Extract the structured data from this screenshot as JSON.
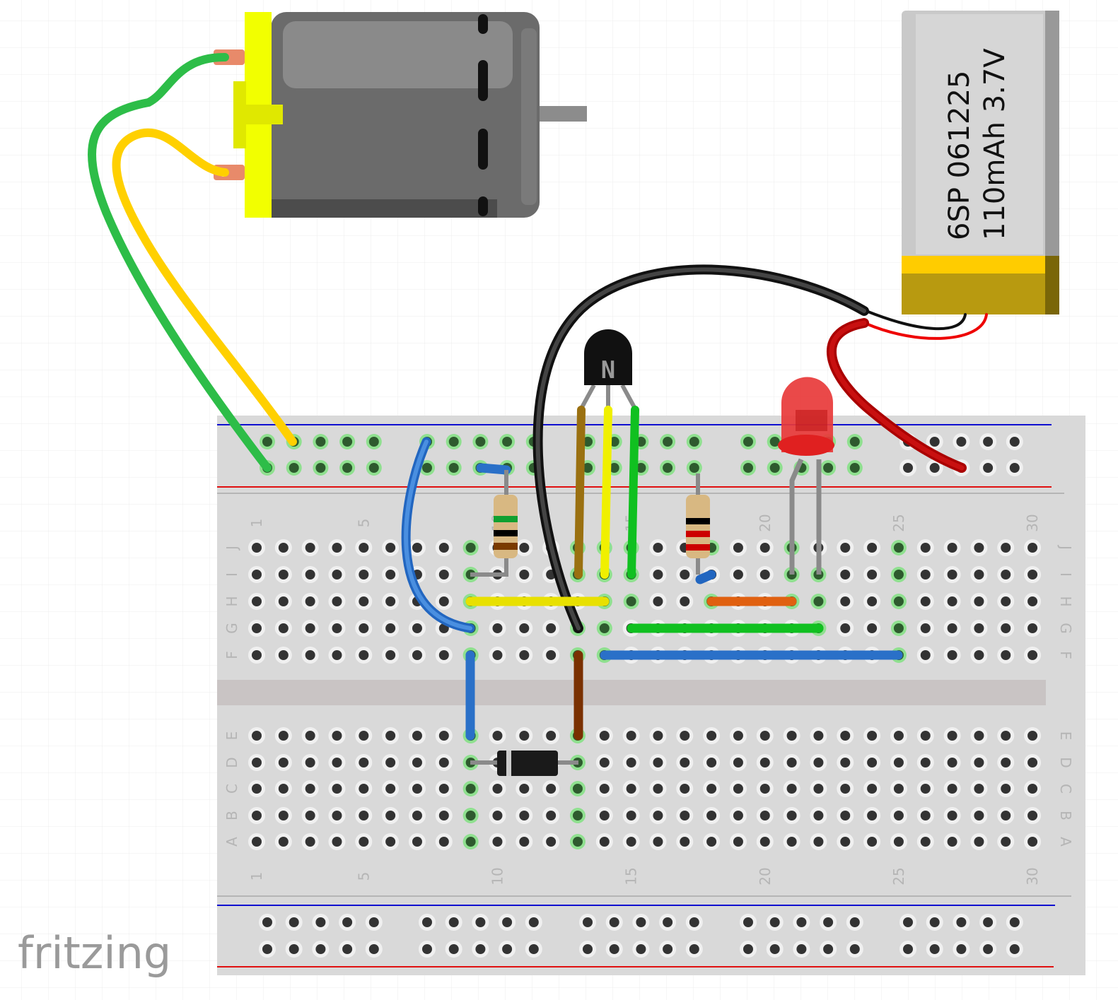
{
  "battery": {
    "line1": "6SP 061225",
    "line2": "110mAh 3.7V"
  },
  "transistor": {
    "mark": "N"
  },
  "breadboard": {
    "row_labels_top": [
      "J",
      "I",
      "H",
      "G",
      "F"
    ],
    "row_labels_bottom": [
      "E",
      "D",
      "C",
      "B",
      "A"
    ],
    "column_labels": [
      "1",
      "5",
      "10",
      "15",
      "20",
      "25",
      "30"
    ]
  },
  "logo": "fritzing",
  "colors": {
    "wire_green": "#2dbd48",
    "wire_yellow": "#ffd000",
    "wire_blue": "#3a7fd0",
    "wire_black": "#222222",
    "wire_red": "#c01010",
    "motor_cap": "#f2ff00",
    "battery_band": "#b89a10"
  }
}
